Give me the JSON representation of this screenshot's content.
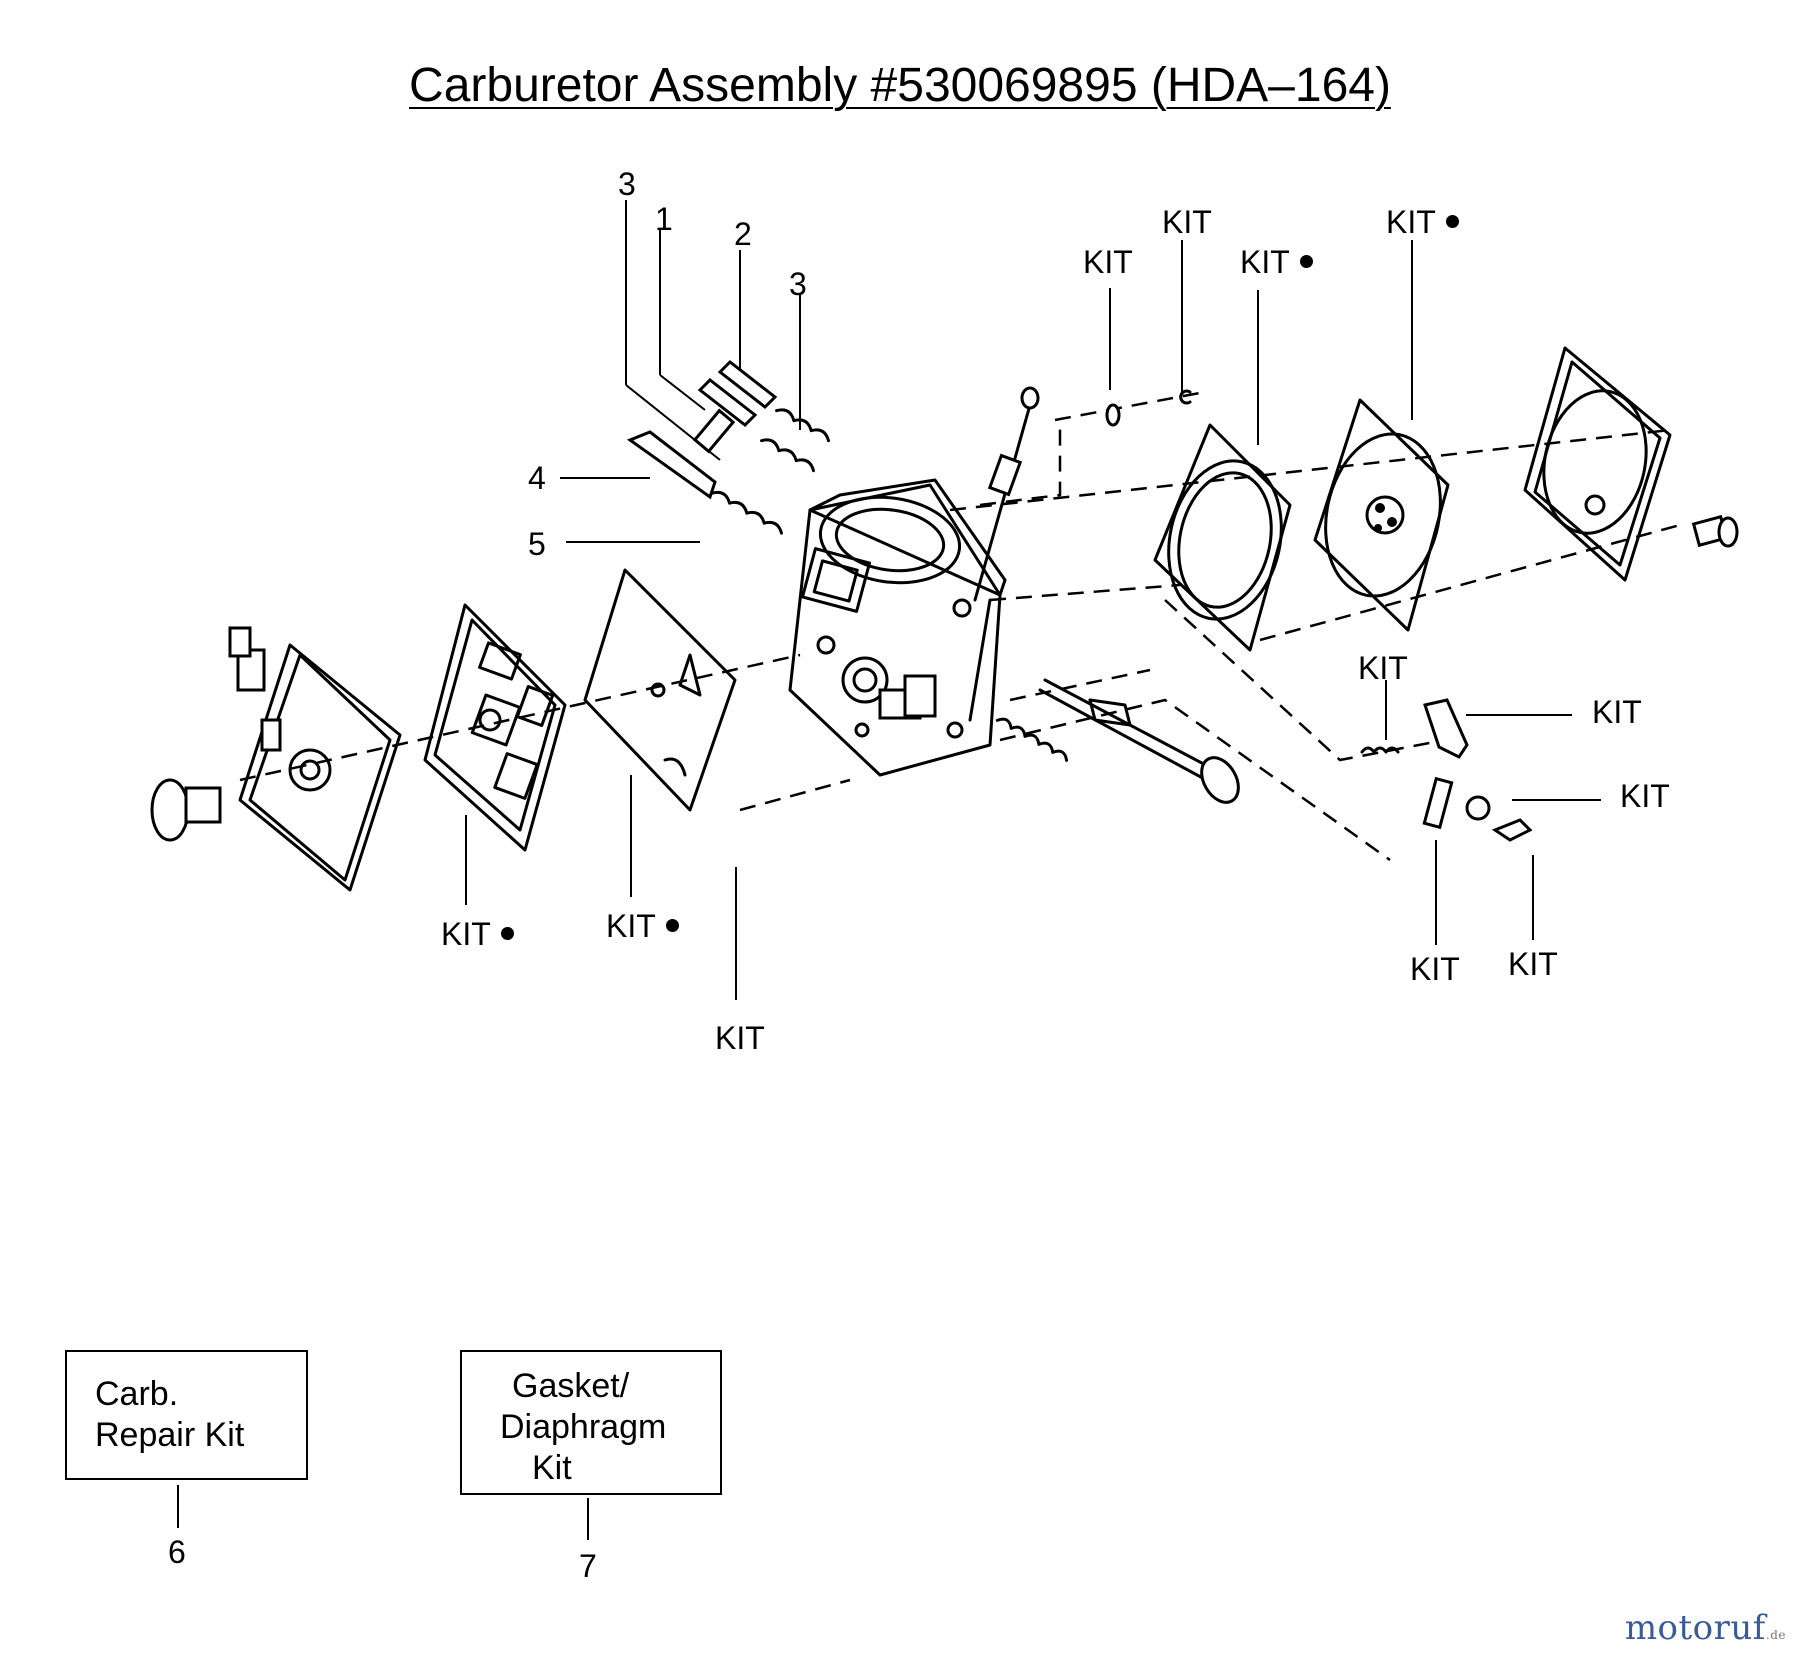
{
  "title": "Carburetor Assembly #530069895 (HDA–164)",
  "callouts": {
    "c3a": "3",
    "c1": "1",
    "c2": "2",
    "c3b": "3",
    "c4": "4",
    "c5": "5",
    "kit_top1": "KIT",
    "kit_top2": "KIT",
    "kit_top3": "KIT",
    "kit_top4": "KIT",
    "kit_left1": "KIT",
    "kit_left2": "KIT",
    "kit_bottom": "KIT",
    "kit_r1": "KIT",
    "kit_r2": "KIT",
    "kit_r3": "KIT",
    "kit_r4": "KIT",
    "kit_r5": "KIT"
  },
  "legend": {
    "repair_kit": {
      "line1": "Carb.",
      "line2": "Repair Kit",
      "number": "6"
    },
    "gasket_kit": {
      "line1": "Gasket/",
      "line2": "Diaphragm",
      "line3": "Kit",
      "number": "7"
    }
  },
  "watermark": {
    "brand": "motoruf",
    "suffix": ".de"
  }
}
